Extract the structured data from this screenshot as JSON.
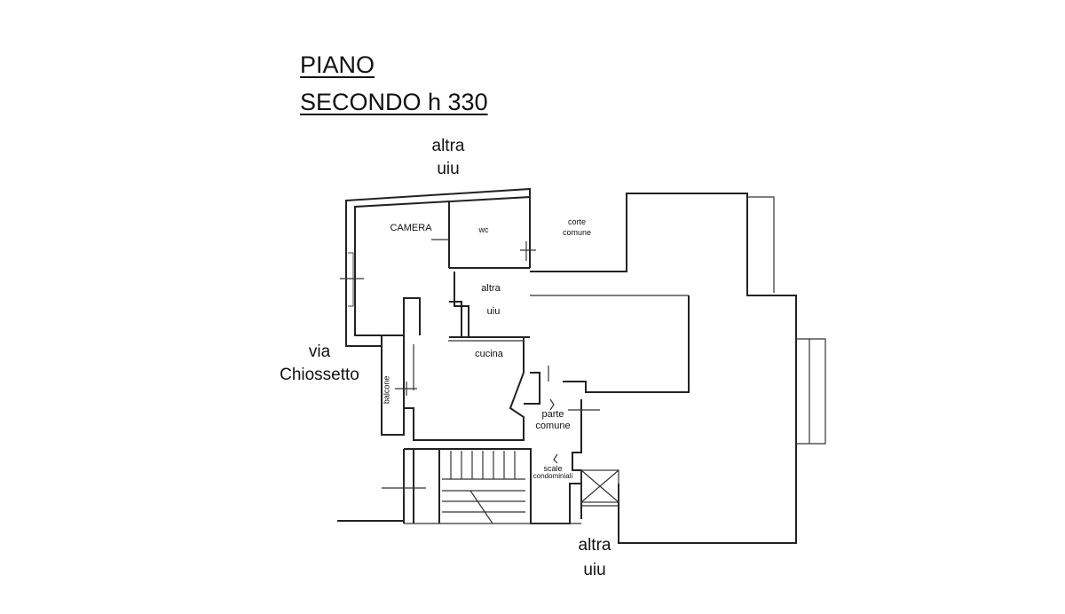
{
  "title": {
    "line1": "PIANO",
    "line2": "SECONDO h 330"
  },
  "labels": {
    "altra_uiu_top_1": "altra",
    "altra_uiu_top_2": "uiu",
    "altra_uiu_bottom_1": "altra",
    "altra_uiu_bottom_2": "uiu",
    "street_1": "via",
    "street_2": "Chiossetto",
    "camera": "CAMERA",
    "wc": "wc",
    "corte_1": "corte",
    "corte_2": "comune",
    "altra_uiu_inner_1": "altra",
    "altra_uiu_inner_2": "uiu",
    "cucina": "cucina",
    "balcone": "balcone",
    "parte_1": "parte",
    "parte_2": "comune",
    "scale_1": "scale",
    "scale_2": "condominiali"
  }
}
